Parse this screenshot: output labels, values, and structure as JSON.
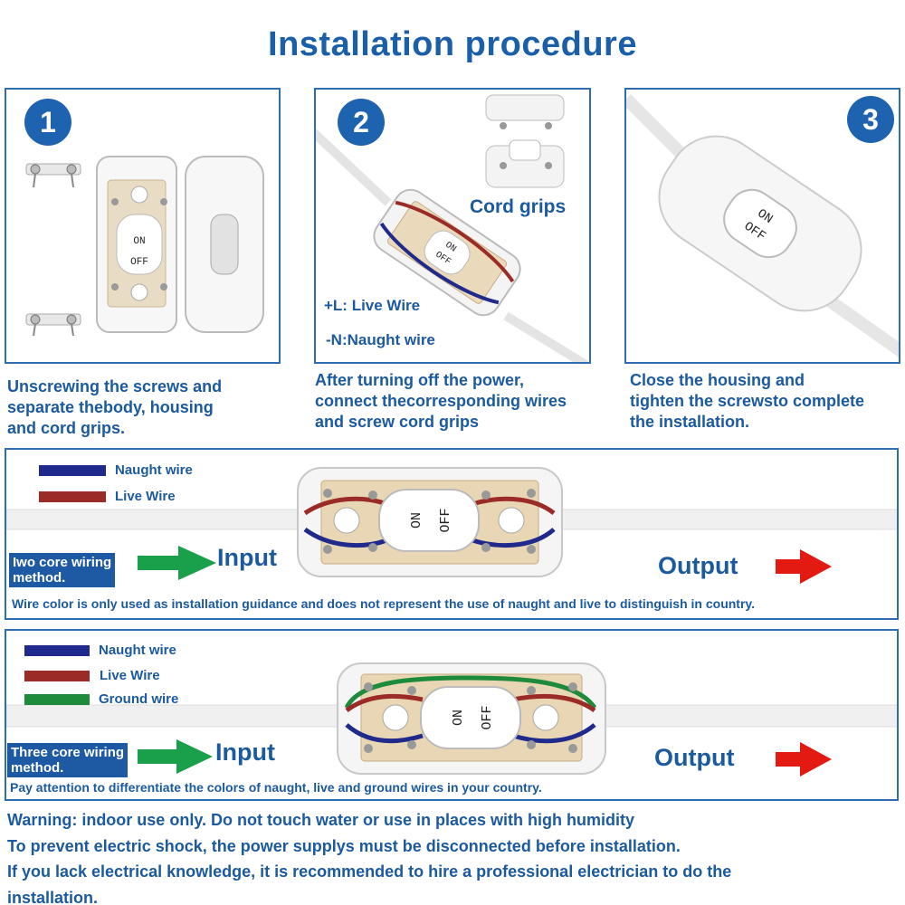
{
  "title": "Installation procedure",
  "steps": [
    {
      "number": "1",
      "switch_on": "ON",
      "switch_off": "OFF",
      "caption": [
        "Unscrewing the screws and",
        "separate thebody, housing",
        "and cord grips."
      ]
    },
    {
      "number": "2",
      "switch_on": "ON",
      "switch_off": "OFF",
      "cord_grips_label": "Cord grips",
      "live_label": "+L: Live Wire",
      "naught_label": "-N:Naught wire",
      "caption": [
        "After turning off the power,",
        "connect thecorresponding wires",
        "and screw cord grips"
      ]
    },
    {
      "number": "3",
      "switch_on": "ON",
      "switch_off": "OFF",
      "caption": [
        "Close the housing and",
        "tighten the screwsto complete",
        "the installation."
      ]
    }
  ],
  "two_core": {
    "legend": [
      {
        "label": "Naught wire",
        "color": "#1f2a8c"
      },
      {
        "label": "Live Wire",
        "color": "#9b2b27"
      }
    ],
    "method": [
      "Iwo core wiring",
      "method."
    ],
    "input": "Input",
    "output": "Output",
    "switch_on": "ON",
    "switch_off": "OFF",
    "note": "Wire color is only used as installation guidance and does not represent the use of naught and live to distinguish in country."
  },
  "three_core": {
    "legend": [
      {
        "label": "Naught wire",
        "color": "#1f2a8c"
      },
      {
        "label": "Live Wire",
        "color": "#9b2b27"
      },
      {
        "label": "Ground wire",
        "color": "#1e8a3c"
      }
    ],
    "method": [
      "Three core wiring",
      "method."
    ],
    "input": "Input",
    "output": "Output",
    "switch_on": "ON",
    "switch_off": "OFF",
    "note": "Pay attention to differentiate the colors of naught, live and ground wires in your country."
  },
  "warnings": [
    "Warning: indoor use only.  Do not touch water or use in places with high humidity",
    "To prevent electric shock, the power supplys must be disconnected before installation.",
    "If you lack electrical knowledge, it is recommended to hire a professional electrician to do the",
    "installation."
  ],
  "colors": {
    "brand_blue": "#1e63b0",
    "text_blue": "#1c5aa0",
    "border_blue": "#2f6db3",
    "input_arrow": "#1aa04a",
    "output_arrow": "#e31a12"
  }
}
